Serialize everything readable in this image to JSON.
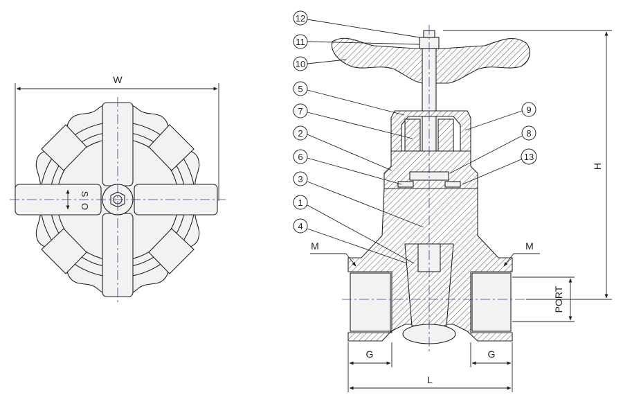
{
  "dimensions": {
    "width": "W",
    "height": "H",
    "length": "L",
    "thread_g": "G",
    "port": "PORT",
    "marking": "M"
  },
  "handwheel": {
    "open_mark": "O",
    "shut_mark": "S"
  },
  "part_numbers": [
    "1",
    "2",
    "3",
    "4",
    "5",
    "6",
    "7",
    "8",
    "9",
    "10",
    "11",
    "12",
    "13"
  ]
}
